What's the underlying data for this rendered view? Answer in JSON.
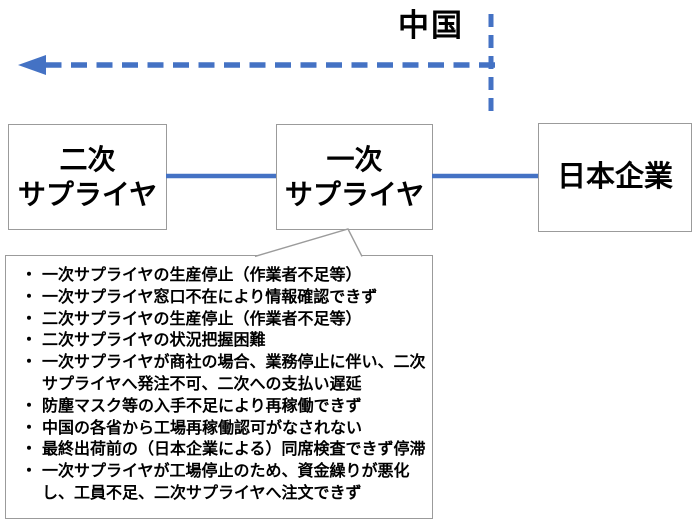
{
  "diagram": {
    "china_label": "中国",
    "boxes": {
      "secondary": "二次\nサプライヤ",
      "primary": "一次\nサプライヤ",
      "japan": "日本企業"
    },
    "callout": {
      "bullet": "・",
      "items": [
        "一次サプライヤの生産停止（作業者不足等）",
        "一次サプライヤ窓口不在により情報確認できず",
        "二次サプライヤの生産停止（作業者不足等）",
        "二次サプライヤの状況把握困難",
        "一次サプライヤが商社の場合、業務停止に伴い、二次サプライヤへ発注不可、二次への支払い遅延",
        "防塵マスク等の入手不足により再稼働できず",
        "中国の各省から工場再稼働認可がなされない",
        "最終出荷前の（日本企業による）同席検査できず停滞",
        "一次サプライヤが工場停止のため、資金繰りが悪化し、工員不足、二次サプライヤへ注文できず"
      ]
    },
    "colors": {
      "accent_blue": "#4472C4",
      "border_gray": "#9b9b9b",
      "text_black": "#000000"
    }
  }
}
